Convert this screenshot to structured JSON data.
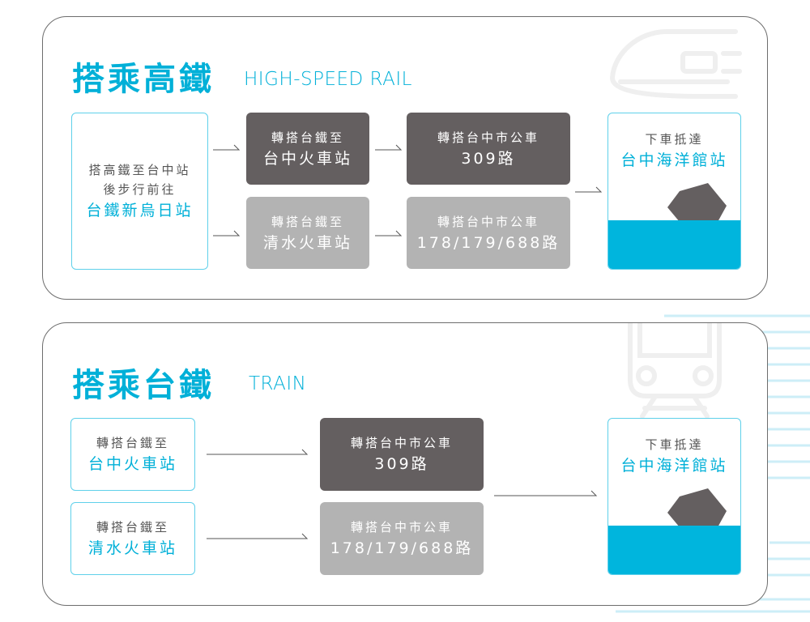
{
  "colors": {
    "accent": "#00b0d8",
    "dark_box": "#645f60",
    "light_box": "#b3b3b3",
    "water": "#00b5dd"
  },
  "hsr": {
    "title": "搭乘高鐵",
    "subtitle": "HIGH-SPEED RAIL",
    "start": {
      "line1": "搭高鐵至台中站",
      "line2": "後步行前往",
      "line3": "台鐵新烏日站"
    },
    "train_a": {
      "small": "轉搭台鐵至",
      "large": "台中火車站"
    },
    "train_b": {
      "small": "轉搭台鐵至",
      "large": "清水火車站"
    },
    "bus_a": {
      "small": "轉搭台中市公車",
      "large": "309路"
    },
    "bus_b": {
      "small": "轉搭台中市公車",
      "large": "178/179/688路"
    },
    "dest": {
      "small": "下車抵達",
      "large": "台中海洋館站"
    }
  },
  "tra": {
    "title": "搭乘台鐵",
    "subtitle": "TRAIN",
    "train_a": {
      "small": "轉搭台鐵至",
      "large": "台中火車站"
    },
    "train_b": {
      "small": "轉搭台鐵至",
      "large": "清水火車站"
    },
    "bus_a": {
      "small": "轉搭台中市公車",
      "large": "309路"
    },
    "bus_b": {
      "small": "轉搭台中市公車",
      "large": "178/179/688路"
    },
    "dest": {
      "small": "下車抵達",
      "large": "台中海洋館站"
    }
  }
}
